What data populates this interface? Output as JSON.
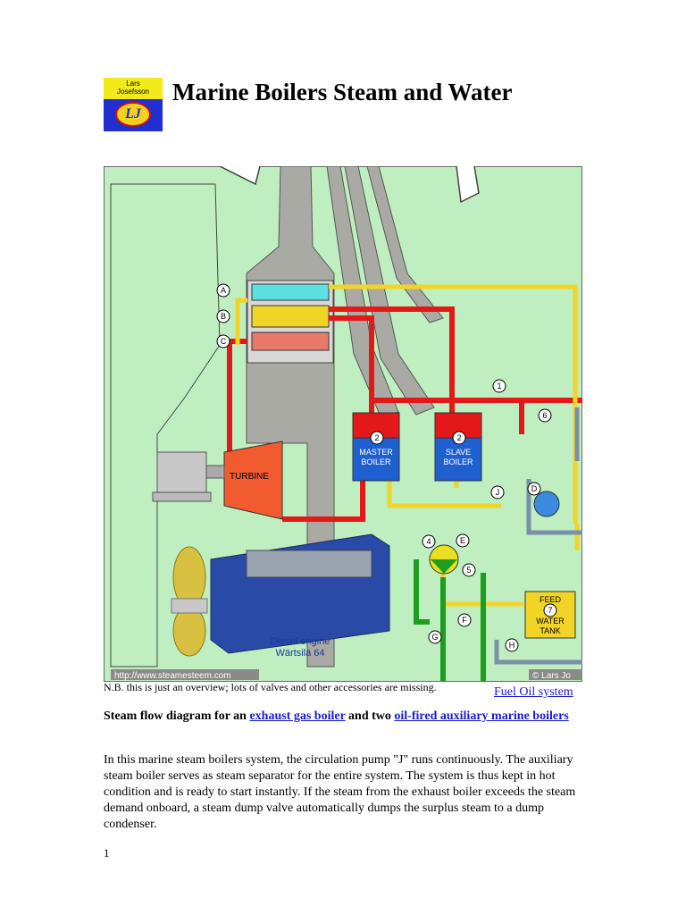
{
  "logo": {
    "line1": "Lars",
    "line2": "Josefsson",
    "mark": "LJ"
  },
  "title": "Marine Boilers Steam and Water",
  "diagram": {
    "valves": [
      "A",
      "B",
      "C",
      "D",
      "E",
      "F",
      "G",
      "H",
      "J"
    ],
    "numbers": [
      "1",
      "2",
      "2",
      "4",
      "5",
      "6",
      "7"
    ],
    "turbine": "TURBINE",
    "master_boiler": [
      "MASTER",
      "BOILER"
    ],
    "slave_boiler": [
      "SLAVE",
      "BOILER"
    ],
    "feed_water_tank": [
      "FEED",
      "WATER",
      "TANK"
    ],
    "engine_name": "Diesel engine",
    "engine_model": "Wärtsilä 64",
    "url": "http://www.steamesteem.com",
    "copyright": "© Lars Jo"
  },
  "note": "N.B. this is just an overview;  lots of valves and other accessories are missing.",
  "fuel_link": "Fuel Oil system",
  "caption": {
    "prefix": "Steam flow diagram for an ",
    "link1": "exhaust gas boiler",
    "middle": " and two ",
    "link2": "oil-fired auxiliary marine boilers"
  },
  "paragraph": "In this marine steam boilers system, the circulation pump \"J\" runs continuously. The auxiliary steam boiler serves as steam separator for the entire system. The system is thus kept in hot condition and is ready to start instantly. If the steam from the exhaust boiler exceeds the steam demand onboard, a steam dump valve automatically dumps the surplus steam to a dump condenser.",
  "page_number": "1",
  "colors": {
    "hull": "#bfeec0",
    "steam": "#e41818",
    "water": "#f2d426",
    "sea": "#1e9e1e",
    "engine": "#2a4aa8",
    "boiler_water": "#1f5fd0"
  }
}
